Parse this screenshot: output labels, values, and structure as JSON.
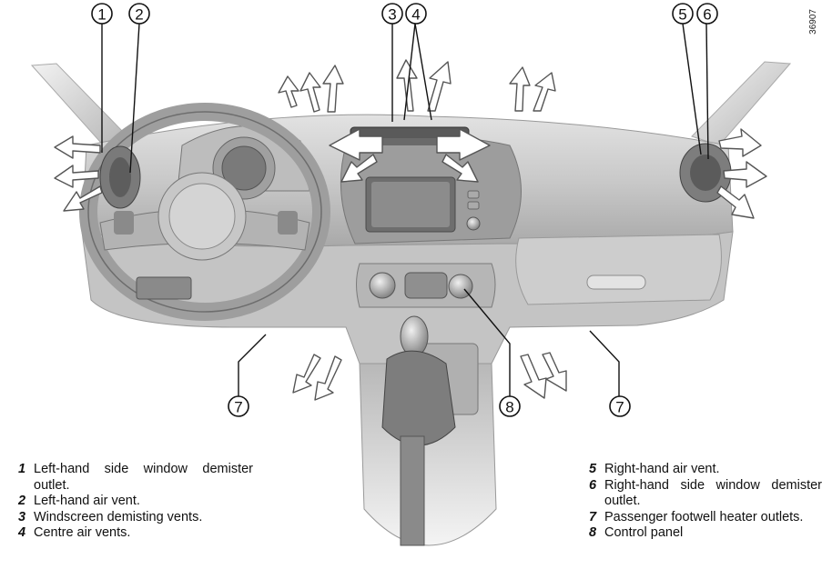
{
  "figure_id": "36907",
  "callouts": [
    "1",
    "2",
    "3",
    "4",
    "5",
    "6",
    "7",
    "8"
  ],
  "legend_left": [
    {
      "num": "1",
      "text": "Left-hand side window demister outlet."
    },
    {
      "num": "2",
      "text": "Left-hand air vent."
    },
    {
      "num": "3",
      "text": "Windscreen demisting vents."
    },
    {
      "num": "4",
      "text": "Centre air vents."
    }
  ],
  "legend_right": [
    {
      "num": "5",
      "text": "Right-hand air vent."
    },
    {
      "num": "6",
      "text": "Right-hand side window demister outlet."
    },
    {
      "num": "7",
      "text": "Passenger footwell heater outlets."
    },
    {
      "num": "8",
      "text": "Control panel"
    }
  ],
  "colors": {
    "dash_light": "#d6d6d6",
    "dash_mid": "#bdbdbd",
    "dash_dark": "#8e8e8e",
    "screen": "#7a7a7a",
    "line": "#333333"
  }
}
